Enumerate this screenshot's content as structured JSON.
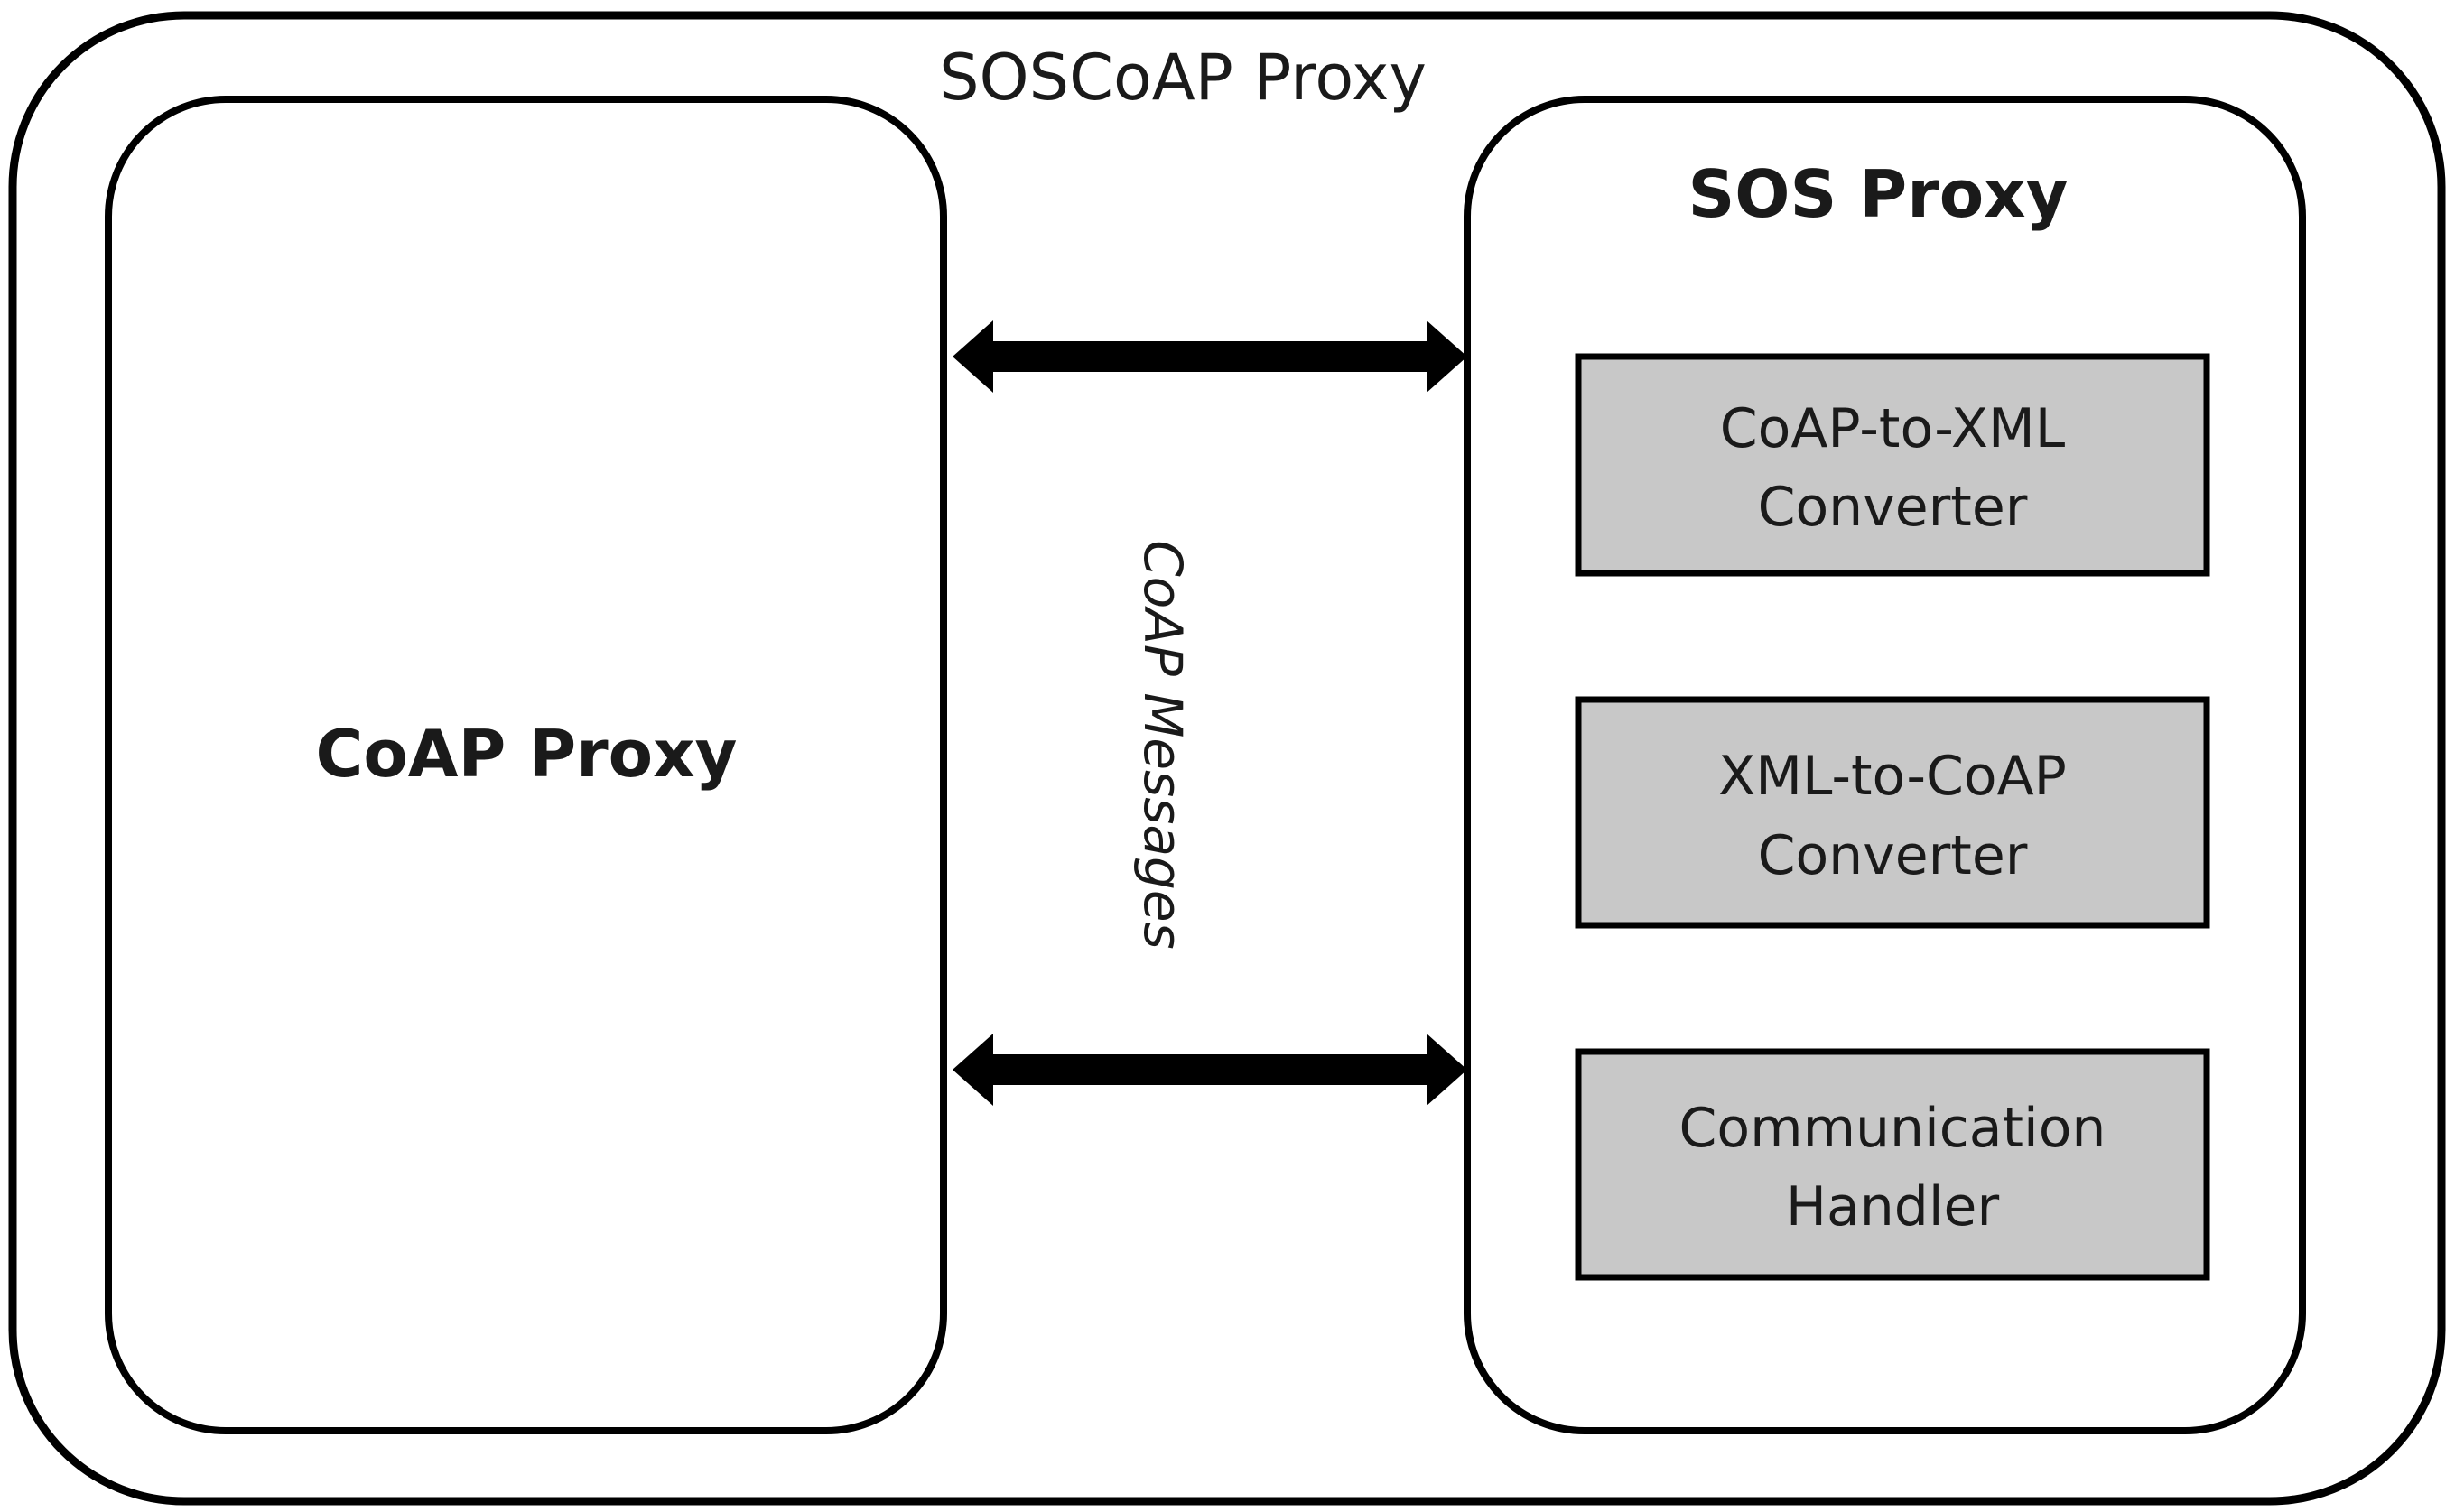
{
  "outer": {
    "label": "SOSCoAP Proxy"
  },
  "coap_proxy": {
    "label": "CoAP Proxy"
  },
  "sos_proxy": {
    "label": "SOS Proxy",
    "components": [
      {
        "line1": "CoAP-to-XML",
        "line2": "Converter"
      },
      {
        "line1": "XML-to-CoAP",
        "line2": "Converter"
      },
      {
        "line1": "Communication",
        "line2": "Handler"
      }
    ]
  },
  "link": {
    "label": "CoAP Messages"
  },
  "colors": {
    "stroke": "#000000",
    "component_fill": "#c8c8c8",
    "background": "#ffffff"
  }
}
